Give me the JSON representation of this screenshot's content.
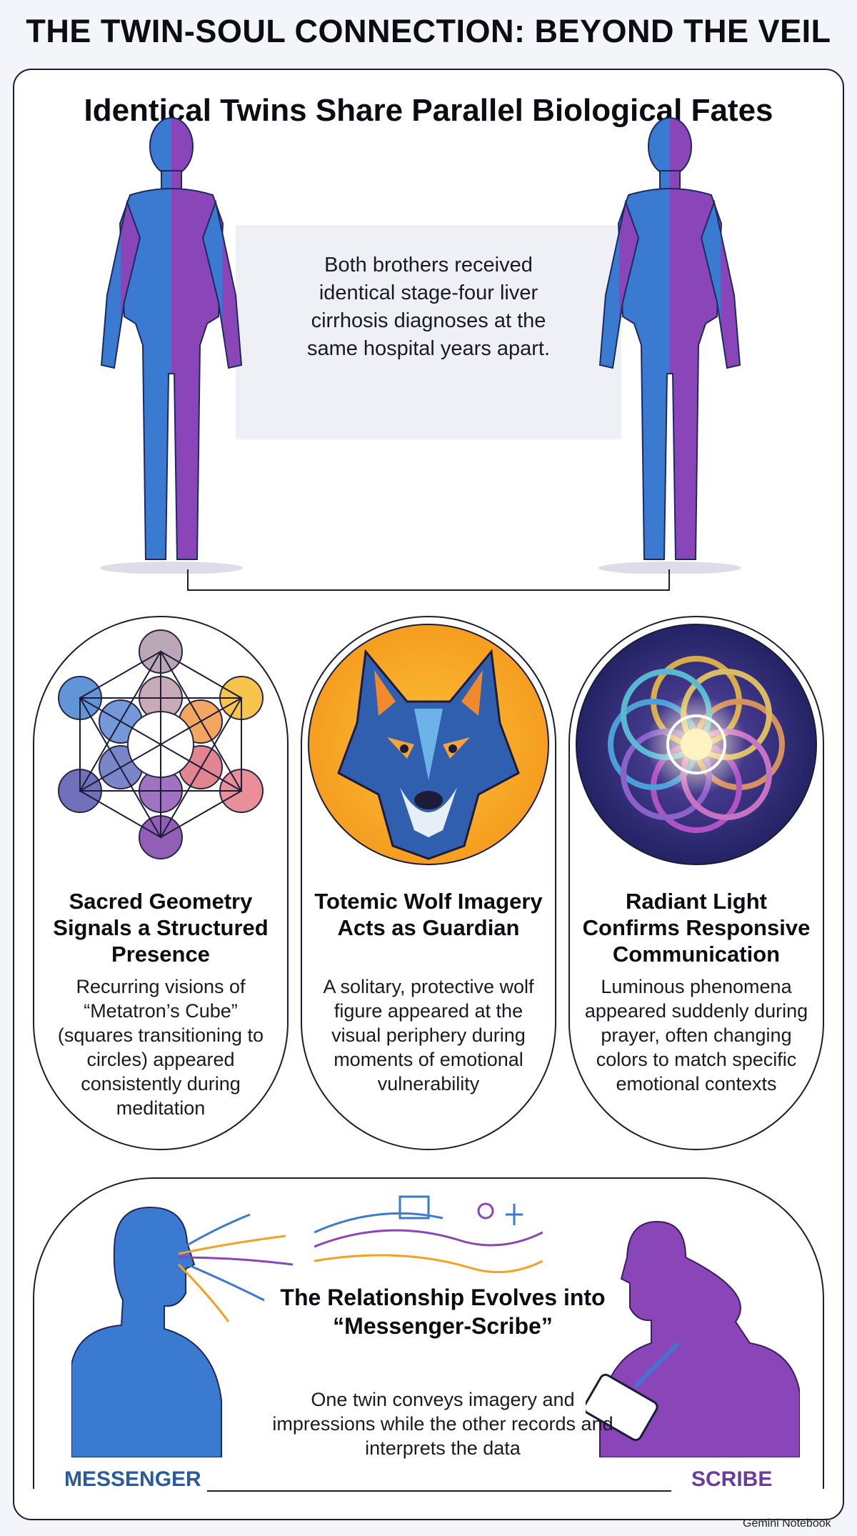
{
  "main_title": "THE TWIN-SOUL CONNECTION: BEYOND THE VEIL",
  "section1": {
    "title": "Identical Twins Share Parallel Biological Fates",
    "diagnosis_text": "Both brothers received identical stage-four liver cirrhosis diagnoses at the same hospital years apart."
  },
  "cards": [
    {
      "title": "Sacred Geometry Signals a Structured Presence",
      "description": "Recurring visions of “Metatron’s Cube” (squares transitioning to circles) appeared consistently during meditation",
      "icon": "metatrons-cube-icon"
    },
    {
      "title": "Totemic Wolf Imagery Acts as Guardian",
      "description": "A solitary, protective wolf figure appeared at the visual periphery during moments of emotional vulnerability",
      "icon": "wolf-icon"
    },
    {
      "title": "Radiant Light Confirms Responsive Communication",
      "description": "Luminous phenomena appeared suddenly during prayer, often changing colors to match specific emotional contexts",
      "icon": "radiant-light-icon"
    }
  ],
  "relationship": {
    "title": "The Relationship Evolves into “Messenger-Scribe”",
    "description": "One twin conveys imagery and impressions while the other records and interprets the data",
    "messenger_label": "MESSENGER",
    "scribe_label": "SCRIBE"
  },
  "watermark": "Gemini Notebook",
  "colors": {
    "blue": "#3a7ad0",
    "purple": "#8a46b8",
    "orange": "#f5a020",
    "navy": "#1c1c38"
  }
}
